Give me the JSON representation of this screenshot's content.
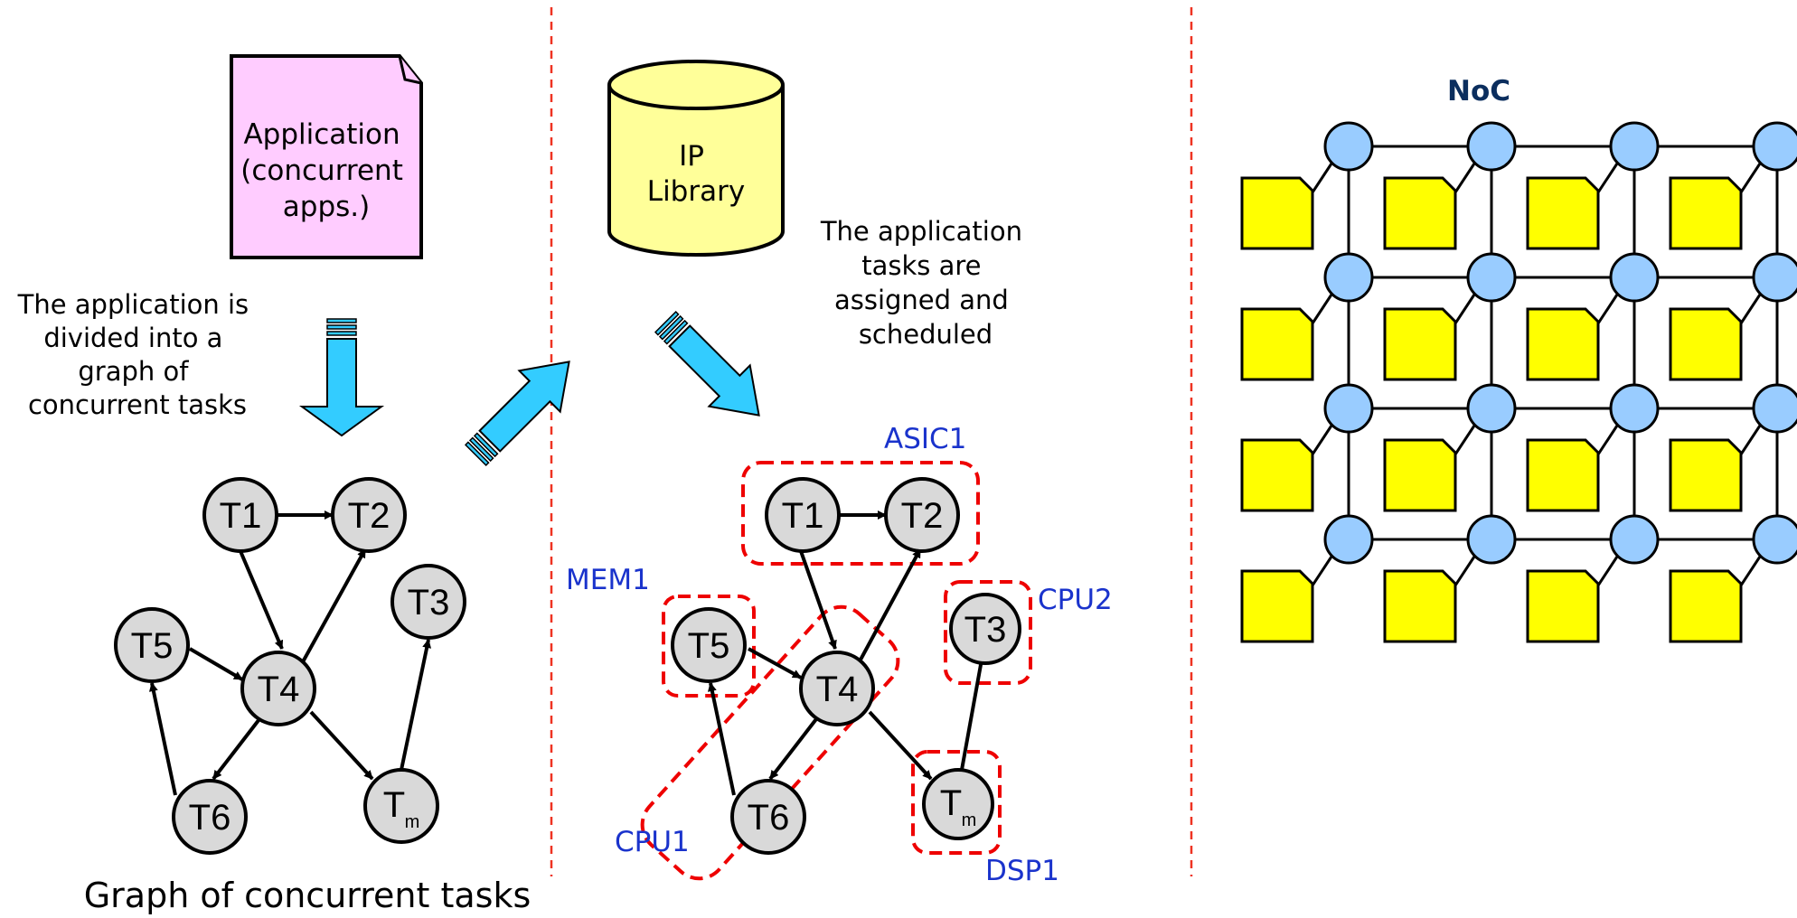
{
  "left_panel": {
    "app_doc_lines": [
      "Application",
      "(concurrent",
      "apps.)"
    ],
    "divide_caption_lines": [
      "The application is",
      "divided into a",
      "graph of",
      "concurrent tasks"
    ],
    "bottom_caption": "Graph of concurrent tasks"
  },
  "middle_panel": {
    "library_lines": [
      "IP",
      "Library"
    ],
    "assign_caption_lines": [
      "The application",
      "tasks are",
      "assigned and",
      "scheduled"
    ]
  },
  "graph_nodes": [
    {
      "id": "T1",
      "label": "T1"
    },
    {
      "id": "T2",
      "label": "T2"
    },
    {
      "id": "T3",
      "label": "T3"
    },
    {
      "id": "T4",
      "label": "T4"
    },
    {
      "id": "T5",
      "label": "T5"
    },
    {
      "id": "T6",
      "label": "T6"
    },
    {
      "id": "Tm",
      "label": "T",
      "sub": "m"
    }
  ],
  "graph_edges": [
    [
      "T1",
      "T2"
    ],
    [
      "T1",
      "T4"
    ],
    [
      "T5",
      "T4"
    ],
    [
      "T4",
      "T2"
    ],
    [
      "T4",
      "T6"
    ],
    [
      "T4",
      "Tm"
    ],
    [
      "T6",
      "T5"
    ],
    [
      "Tm",
      "T3"
    ]
  ],
  "mapping_groups": {
    "asic1": "ASIC1",
    "mem1": "MEM1",
    "cpu2": "CPU2",
    "cpu1": "CPU1",
    "dsp1": "DSP1"
  },
  "noc": {
    "title": "NoC",
    "rows": 4,
    "cols": 4
  },
  "colors": {
    "document_fill": "#ffccff",
    "library_fill": "#ffff99",
    "arrow_fill": "#33ccff",
    "node_fill": "#d9d9d9",
    "group_stroke": "#ee0000",
    "group_label": "#1a33cc",
    "divider": "#ee3322",
    "router_fill": "#99ccff",
    "core_fill": "#ffff00",
    "noc_title": "#0b2e5e"
  }
}
